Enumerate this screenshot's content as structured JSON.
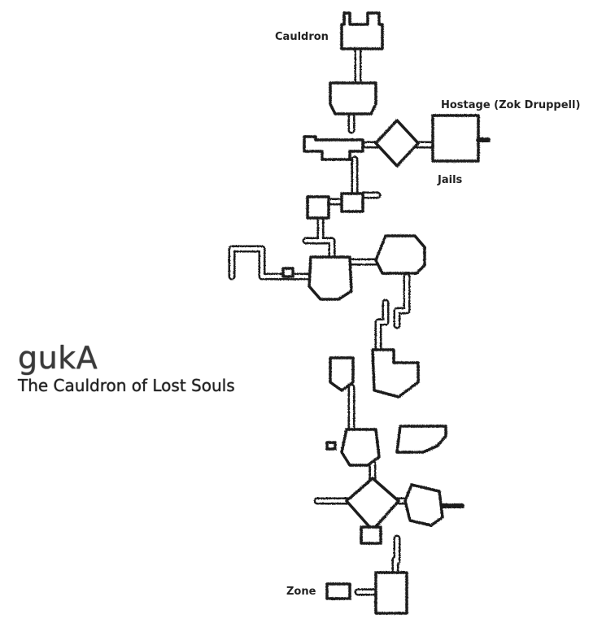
{
  "map": {
    "zone_name": "gukA",
    "zone_subtitle": "The Cauldron of Lost Souls",
    "labels": {
      "cauldron": "Cauldron",
      "hostage": "Hostage (Zok Druppell)",
      "jails": "Jails",
      "zone": "Zone"
    },
    "colors": {
      "background": "#ffffff",
      "wall": "#1c1c1c",
      "floor": "#ffffff"
    }
  }
}
